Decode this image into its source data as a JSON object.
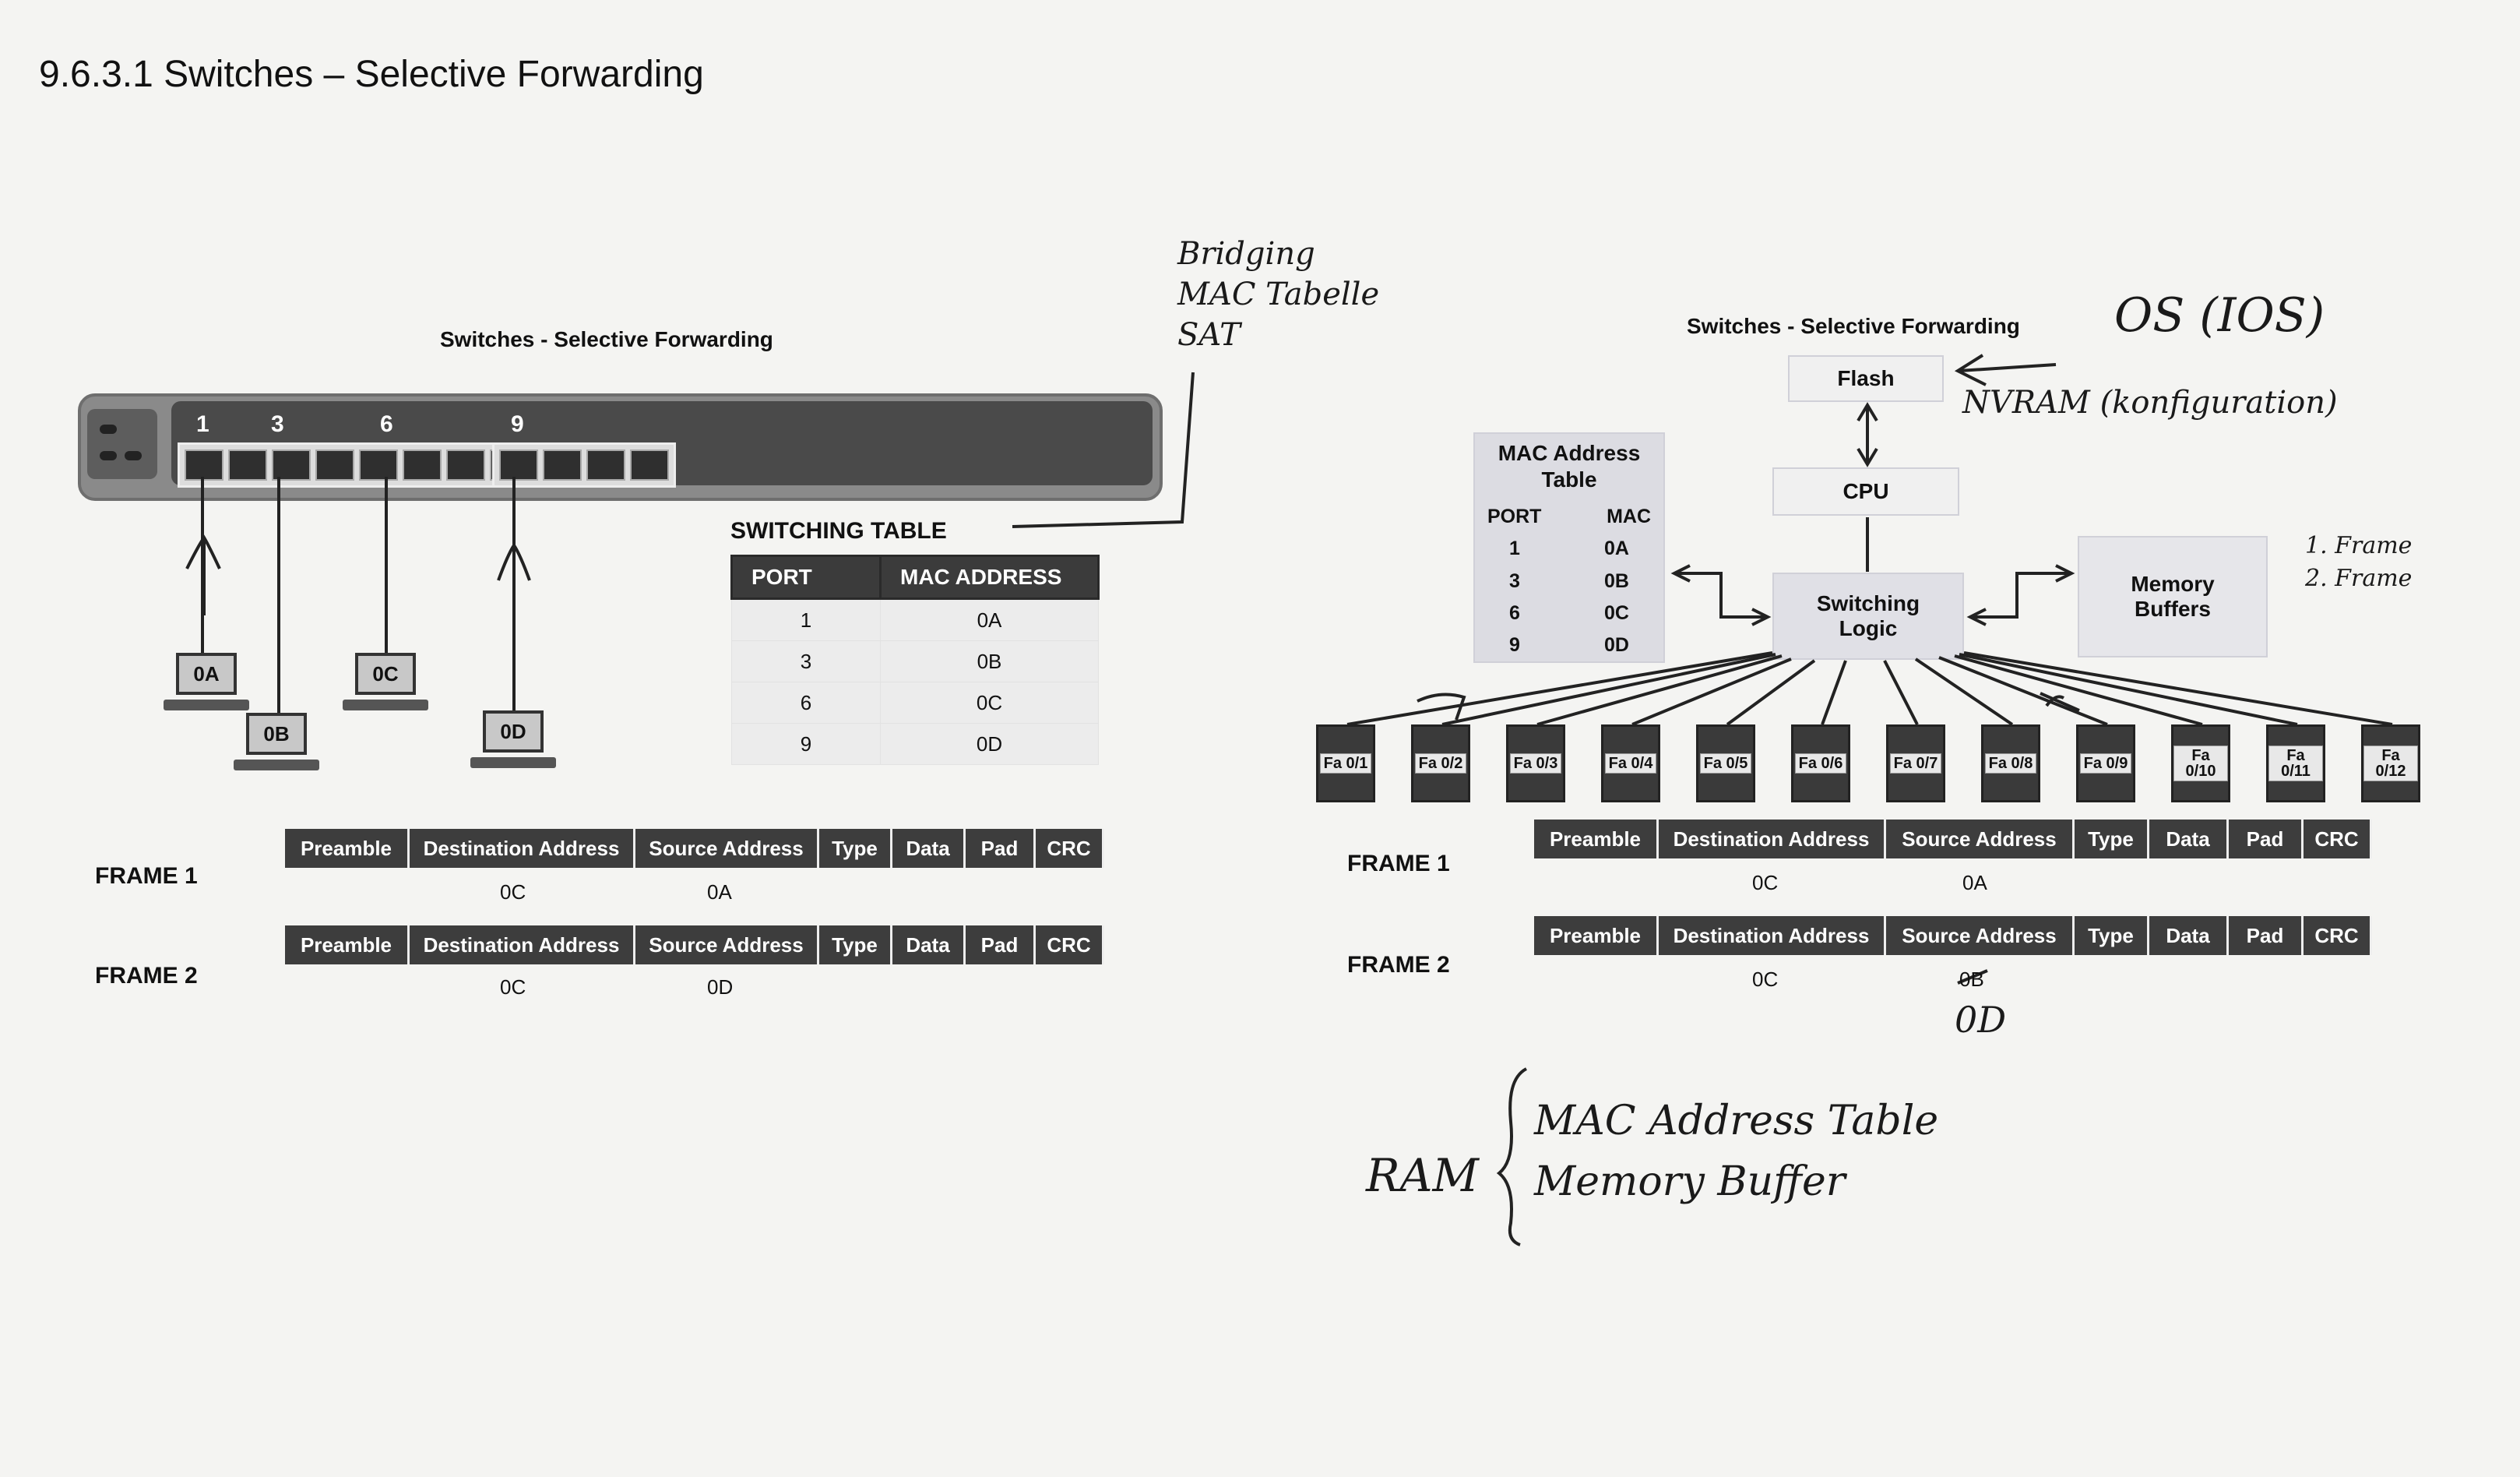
{
  "page_title": "9.6.3.1 Switches – Selective Forwarding",
  "left": {
    "title": "Switches - Selective Forwarding",
    "port_numbers": [
      "1",
      "3",
      "6",
      "9"
    ],
    "pcs": [
      "0A",
      "0B",
      "0C",
      "0D"
    ],
    "switching_table": {
      "title": "SWITCHING TABLE",
      "headers": [
        "PORT",
        "MAC ADDRESS"
      ],
      "rows": [
        [
          "1",
          "0A"
        ],
        [
          "3",
          "0B"
        ],
        [
          "6",
          "0C"
        ],
        [
          "9",
          "0D"
        ]
      ]
    },
    "frames": [
      {
        "label": "FRAME 1",
        "dest": "0C",
        "src": "0A"
      },
      {
        "label": "FRAME 2",
        "dest": "0C",
        "src": "0D"
      }
    ]
  },
  "frame_fields": [
    "Preamble",
    "Destination Address",
    "Source Address",
    "Type",
    "Data",
    "Pad",
    "CRC"
  ],
  "right": {
    "title": "Switches - Selective Forwarding",
    "flash": "Flash",
    "cpu": "CPU",
    "switching_logic": "Switching Logic",
    "memory_buffers": "Memory Buffers",
    "mac_table": {
      "title": "MAC Address Table",
      "headers": [
        "PORT",
        "MAC"
      ],
      "rows": [
        [
          "1",
          "0A"
        ],
        [
          "3",
          "0B"
        ],
        [
          "6",
          "0C"
        ],
        [
          "9",
          "0D"
        ]
      ]
    },
    "ports": [
      "Fa 0/1",
      "Fa 0/2",
      "Fa 0/3",
      "Fa 0/4",
      "Fa 0/5",
      "Fa 0/6",
      "Fa 0/7",
      "Fa 0/8",
      "Fa 0/9",
      "Fa 0/10",
      "Fa 0/11",
      "Fa 0/12"
    ],
    "frames": [
      {
        "label": "FRAME 1",
        "dest": "0C",
        "src": "0A"
      },
      {
        "label": "FRAME 2",
        "dest": "0C",
        "src": "0B"
      }
    ]
  },
  "handwriting": {
    "bridging": [
      "Bridging",
      "MAC Tabelle",
      "SAT"
    ],
    "os": "OS (IOS)",
    "nvram": "NVRAM (konfiguration)",
    "frame_order": [
      "1. Frame",
      "2. Frame"
    ],
    "correction": "0D",
    "ram": "RAM",
    "ram_items": [
      "MAC Address Table",
      "Memory Buffer"
    ]
  }
}
